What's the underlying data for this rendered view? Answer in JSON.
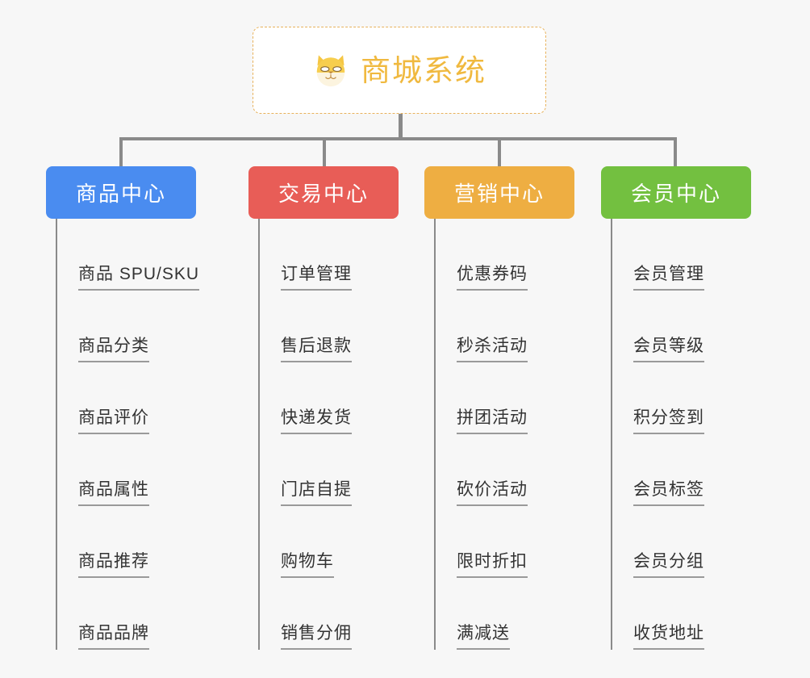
{
  "diagram": {
    "type": "mindmap-org-chart",
    "background_color": "#f7f7f7",
    "root": {
      "title": "商城系统",
      "icon": "shiba-inu-dog-face-icon",
      "text_color": "#f0b93f",
      "border_color": "#e8b25c",
      "background_color": "#ffffff"
    },
    "connector_color": "#8a8a8a",
    "categories": [
      {
        "label": "商品中心",
        "color": "#4a8cf0",
        "items": [
          "商品 SPU/SKU",
          "商品分类",
          "商品评价",
          "商品属性",
          "商品推荐",
          "商品品牌"
        ]
      },
      {
        "label": "交易中心",
        "color": "#e85d57",
        "items": [
          "订单管理",
          "售后退款",
          "快递发货",
          "门店自提",
          "购物车",
          "销售分佣"
        ]
      },
      {
        "label": "营销中心",
        "color": "#eeae42",
        "items": [
          "优惠券码",
          "秒杀活动",
          "拼团活动",
          "砍价活动",
          "限时折扣",
          "满减送"
        ]
      },
      {
        "label": "会员中心",
        "color": "#73c040",
        "items": [
          "会员管理",
          "会员等级",
          "积分签到",
          "会员标签",
          "会员分组",
          "收货地址"
        ]
      }
    ]
  }
}
